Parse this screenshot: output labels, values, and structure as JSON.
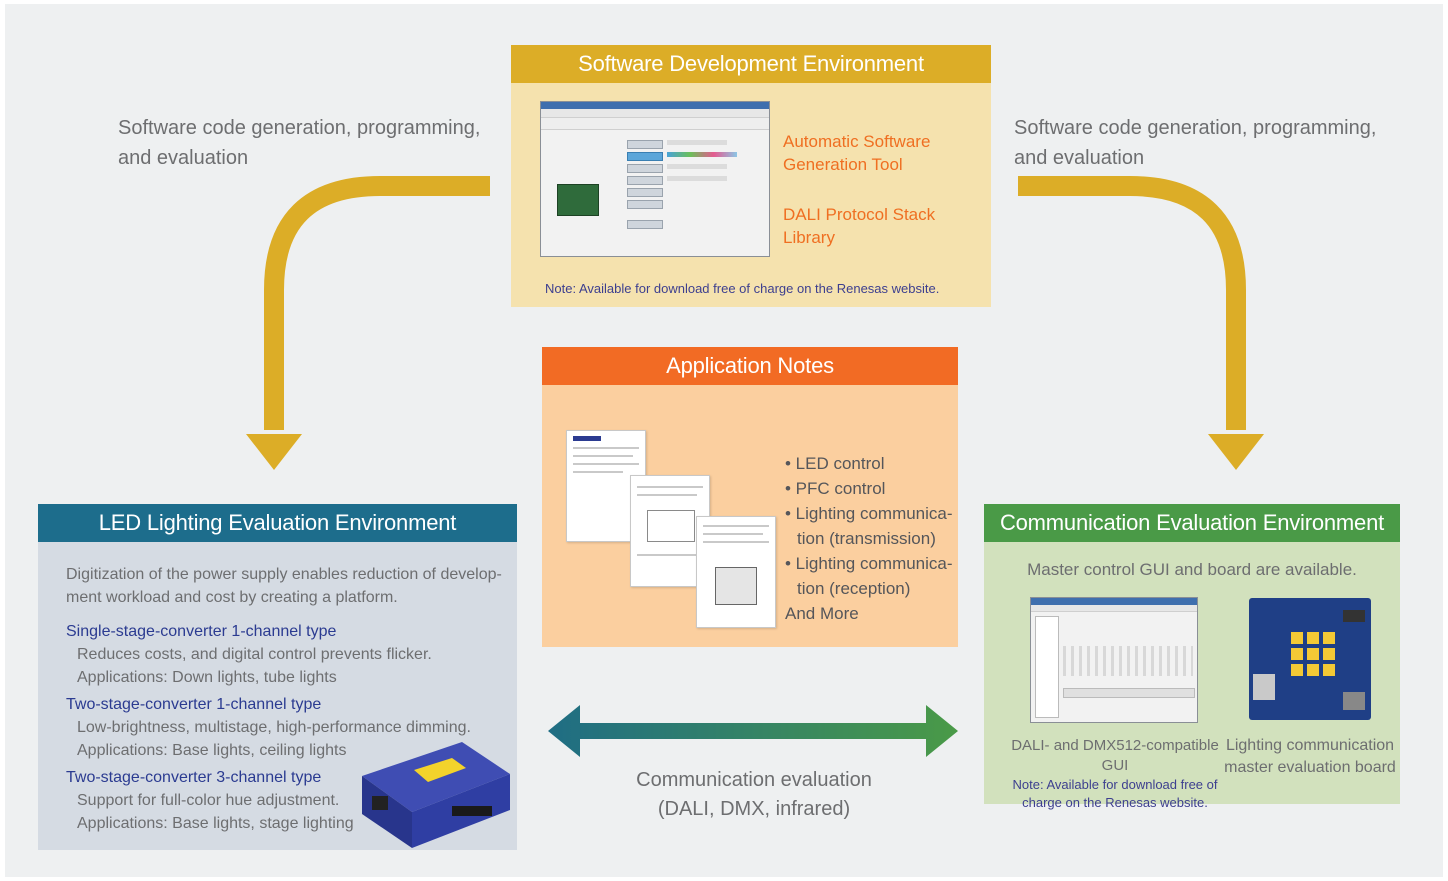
{
  "software_env": {
    "title": "Software Development Environment",
    "tool1": [
      "Automatic Software",
      "Generation Tool"
    ],
    "tool2": [
      "DALI Protocol Stack",
      "Library"
    ],
    "note": "Note: Available for download free of charge on the Renesas website."
  },
  "left_caption": [
    "Software code generation, programming,",
    "and evaluation"
  ],
  "right_caption": [
    "Software code generation, programming,",
    "and evaluation"
  ],
  "app_notes": {
    "title": "Application Notes",
    "items": [
      [
        "• LED control"
      ],
      [
        "• PFC control"
      ],
      [
        "• Lighting communica-",
        "  tion (transmission)"
      ],
      [
        "• Lighting communica-",
        "  tion (reception)"
      ]
    ],
    "more": "And More"
  },
  "led_env": {
    "title": "LED Lighting Evaluation Environment",
    "intro": [
      "Digitization of the power supply enables reduction of develop-",
      "ment workload and cost by creating a platform."
    ],
    "types": [
      {
        "name": "Single-stage-converter 1-channel type",
        "desc": [
          "Reduces costs, and digital control prevents flicker.",
          "Applications: Down lights, tube lights"
        ]
      },
      {
        "name": "Two-stage-converter 1-channel type",
        "desc": [
          "Low-brightness, multistage, high-performance dimming.",
          "Applications: Base lights, ceiling lights"
        ]
      },
      {
        "name": "Two-stage-converter 3-channel type",
        "desc": [
          "Support for full-color hue adjustment.",
          "Applications: Base lights, stage lighting"
        ]
      }
    ]
  },
  "comm_env": {
    "title": "Communication Evaluation Environment",
    "subtitle": "Master control GUI and board are available.",
    "gui_caption": "DALI- and DMX512-compatible GUI",
    "gui_note": [
      "Note: Available for download free of",
      "charge on the Renesas website."
    ],
    "board_caption": [
      "Lighting communication",
      "master evaluation board"
    ]
  },
  "comm_eval": [
    "Communication evaluation",
    "(DALI, DMX, infrared)"
  ],
  "colors": {
    "software": "#dcad27",
    "app_notes": "#f26b24",
    "led": "#1d6d8c",
    "comm": "#4a9a47",
    "arrow_gold": "#dcad27",
    "link_orange": "#ef6f22",
    "type_blue": "#2b3b91"
  }
}
